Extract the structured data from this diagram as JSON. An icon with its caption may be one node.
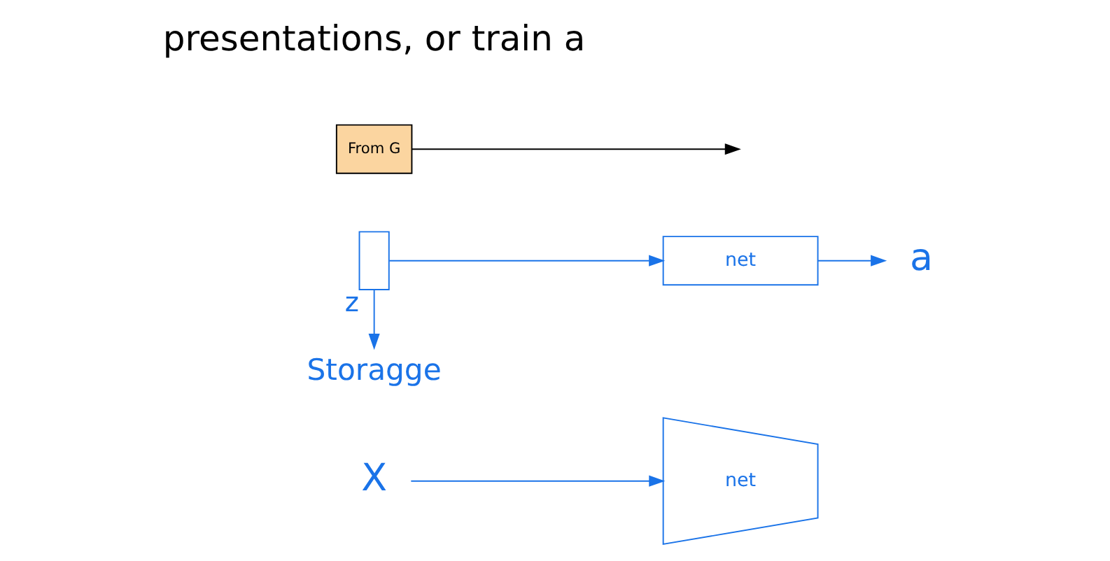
{
  "diagram": {
    "nodes": [
      {
        "text": [
          "X"
        ]
      },
      {
        "text": [
          "net"
        ]
      },
      {
        "text": [],
        "shape": "box",
        "beside": [
          "z"
        ]
      },
      {
        "text": [
          "net"
        ]
      },
      {
        "text": [
          "a"
        ]
      },
      {
        "text": [
          "Storagge"
        ]
      },
      {
        "text": [
          "From G"
        ]
      }
    ],
    "edges": [
      {
        "from": 0,
        "to": 1,
        "arrow": "to"
      },
      {
        "from": 2,
        "to": 3,
        "arrow": "to"
      },
      {
        "from": 3,
        "to": 4,
        "arrow": "to"
      },
      {
        "from": 2,
        "to": 5,
        "arrow": "to"
      },
      {
        "from": 6,
        "to": null,
        "arrow": "to",
        "color": "#000000"
      }
    ],
    "labels": [
      "presentations, or train a"
    ]
  }
}
